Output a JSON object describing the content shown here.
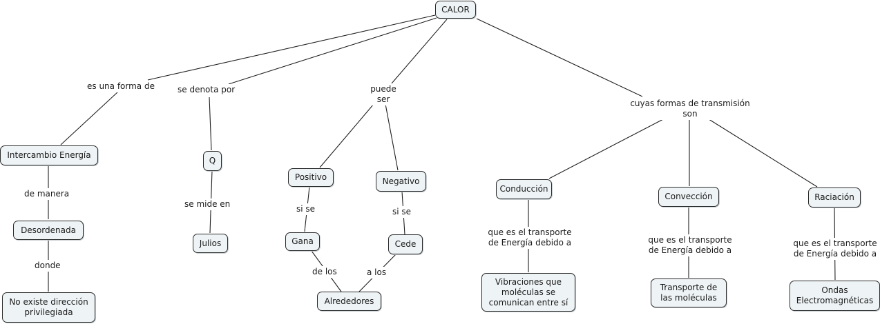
{
  "title": "CALOR",
  "nodes": {
    "calor": "CALOR",
    "intercambio": "Intercambio Energía",
    "desordenada": "Desordenada",
    "no_existe": "No existe dirección\nprivilegiada",
    "q": "Q",
    "julios": "Julios",
    "positivo": "Positivo",
    "negativo": "Negativo",
    "gana": "Gana",
    "cede": "Cede",
    "alrededores": "Alrededores",
    "conduccion": "Conducción",
    "conveccion": "Convección",
    "radiacion": "Raciación",
    "vibraciones": "Vibraciones que\nmoléculas se\ncomunican entre sí",
    "transporte": "Transporte de\nlas moléculas",
    "ondas": "Ondas\nElectromagnéticas"
  },
  "links": {
    "es_una_forma_de": "es una forma de",
    "se_denota_por": "se denota por",
    "puede_ser": "puede\nser",
    "cuyas_formas": "cuyas formas de transmisión\nson",
    "de_manera": "de manera",
    "donde": "donde",
    "se_mide_en": "se mide en",
    "si_se_1": "si se",
    "si_se_2": "si se",
    "de_los": "de los",
    "a_los": "a los",
    "transporte_1": "que es el transporte\nde Energía debido a",
    "transporte_2": "que es el transporte\nde Energía debido a",
    "transporte_3": "que es el transporte\nde Energía debido a"
  },
  "colors": {
    "node_fill": "#eef3f5",
    "node_border": "#2a2a2a",
    "line": "#1f1f1f"
  }
}
